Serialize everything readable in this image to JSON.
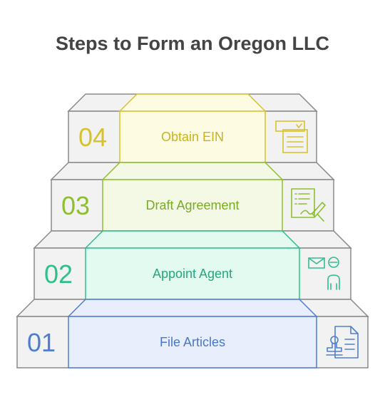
{
  "title": "Steps to Form an Oregon LLC",
  "steps": [
    {
      "number": "01",
      "label": "File Articles",
      "icon": "document-stamp-icon",
      "color": "#4f7ed1",
      "fill": "#e8eefb"
    },
    {
      "number": "02",
      "label": "Appoint Agent",
      "icon": "agent-mail-person-icon",
      "color": "#2ebf8a",
      "fill": "#e3faf0"
    },
    {
      "number": "03",
      "label": "Draft Agreement",
      "icon": "agreement-sign-icon",
      "color": "#8dbf2e",
      "fill": "#f3f9e4"
    },
    {
      "number": "04",
      "label": "Obtain EIN",
      "icon": "form-checklist-icon",
      "color": "#d7c22e",
      "fill": "#fdfbe1"
    }
  ]
}
